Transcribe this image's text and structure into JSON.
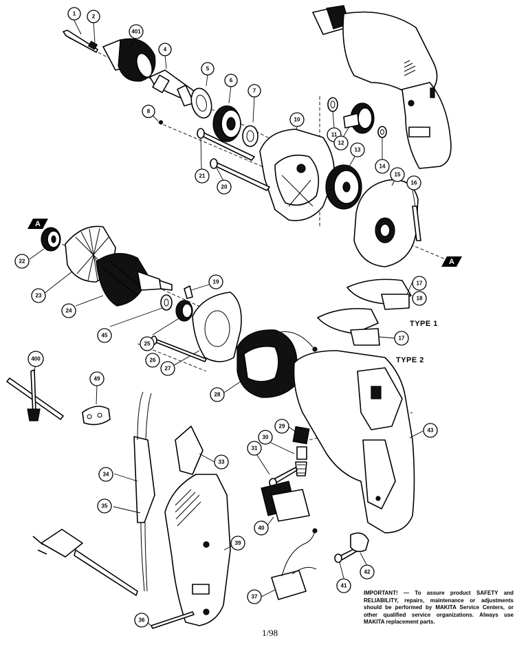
{
  "diagram": {
    "callouts": [
      {
        "id": "c1",
        "label": "1"
      },
      {
        "id": "c2",
        "label": "2"
      },
      {
        "id": "c401",
        "label": "401"
      },
      {
        "id": "c4",
        "label": "4"
      },
      {
        "id": "c5",
        "label": "5"
      },
      {
        "id": "c6",
        "label": "6"
      },
      {
        "id": "c7",
        "label": "7"
      },
      {
        "id": "c8",
        "label": "8"
      },
      {
        "id": "c10",
        "label": "10"
      },
      {
        "id": "c11",
        "label": "11"
      },
      {
        "id": "c12",
        "label": "12"
      },
      {
        "id": "c13",
        "label": "13"
      },
      {
        "id": "c14",
        "label": "14"
      },
      {
        "id": "c15",
        "label": "15"
      },
      {
        "id": "c16",
        "label": "16"
      },
      {
        "id": "c17a",
        "label": "17"
      },
      {
        "id": "c18",
        "label": "18"
      },
      {
        "id": "c17b",
        "label": "17"
      },
      {
        "id": "c19",
        "label": "19"
      },
      {
        "id": "c20",
        "label": "20"
      },
      {
        "id": "c21",
        "label": "21"
      },
      {
        "id": "c22",
        "label": "22"
      },
      {
        "id": "c23",
        "label": "23"
      },
      {
        "id": "c24",
        "label": "24"
      },
      {
        "id": "c45",
        "label": "45"
      },
      {
        "id": "c25",
        "label": "25"
      },
      {
        "id": "c26",
        "label": "26"
      },
      {
        "id": "c27",
        "label": "27"
      },
      {
        "id": "c28",
        "label": "28"
      },
      {
        "id": "c29",
        "label": "29"
      },
      {
        "id": "c30",
        "label": "30"
      },
      {
        "id": "c31",
        "label": "31"
      },
      {
        "id": "c33",
        "label": "33"
      },
      {
        "id": "c34",
        "label": "34"
      },
      {
        "id": "c35",
        "label": "35"
      },
      {
        "id": "c36",
        "label": "36"
      },
      {
        "id": "c37",
        "label": "37"
      },
      {
        "id": "c39",
        "label": "39"
      },
      {
        "id": "c40",
        "label": "40"
      },
      {
        "id": "c41",
        "label": "41"
      },
      {
        "id": "c42",
        "label": "42"
      },
      {
        "id": "c43",
        "label": "43"
      },
      {
        "id": "c49",
        "label": "49"
      },
      {
        "id": "c400",
        "label": "400"
      }
    ],
    "markers": [
      {
        "id": "mA1",
        "label": "A"
      },
      {
        "id": "mA2",
        "label": "A"
      }
    ],
    "type1_label": "TYPE 1",
    "type2_label": "TYPE 2"
  },
  "footer": {
    "page_number": "1/98",
    "notice": "IMPORTANT! — To assure product SAFETY and RELIABILITY, repairs, maintenance or adjustments should be performed by MAKITA Service Centers, or other qualified service organizations. Always use MAKITA replacement parts."
  }
}
